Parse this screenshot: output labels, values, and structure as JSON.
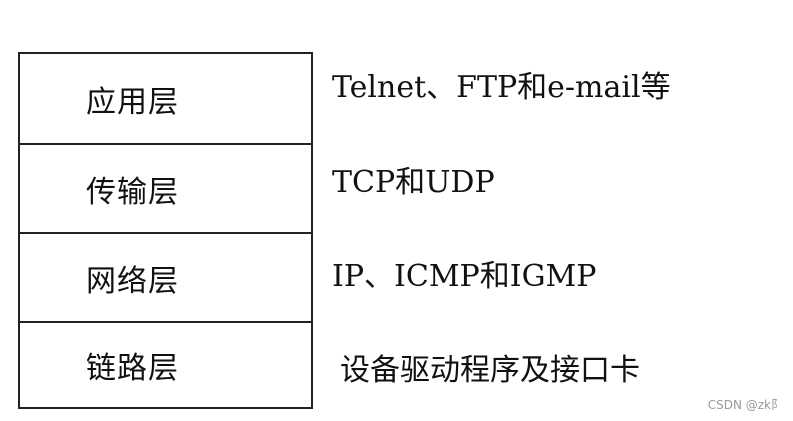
{
  "layers": [
    {
      "name": "应用层",
      "protocols": "Telnet、FTP和e-mail等"
    },
    {
      "name": "传输层",
      "protocols": "TCP和UDP"
    },
    {
      "name": "网络层",
      "protocols": "IP、ICMP和IGMP"
    },
    {
      "name": "链路层",
      "protocols": "设备驱动程序及接口卡"
    }
  ],
  "watermark": "CSDN @zk阝"
}
